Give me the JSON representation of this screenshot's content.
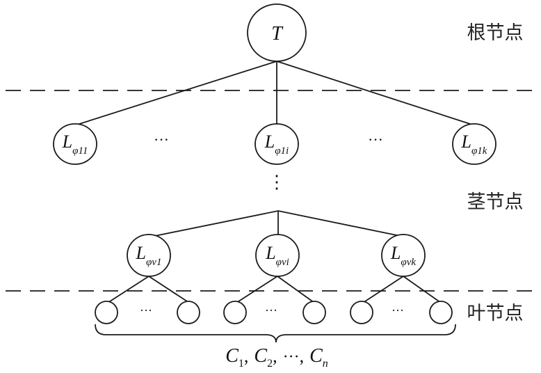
{
  "root": {
    "label": "T"
  },
  "levels": {
    "root_label": "根节点",
    "stem_label": "茎节点",
    "leaf_label": "叶节点"
  },
  "first_level": {
    "base": "L",
    "subscripts": [
      "φ11",
      "φ1i",
      "φ1k"
    ]
  },
  "last_level": {
    "base": "L",
    "subscripts": [
      "φv1",
      "φvi",
      "φvk"
    ]
  },
  "ellipsis": "···",
  "vertical_ellipsis": "⋮",
  "classes": {
    "base": "C",
    "items": [
      "1",
      "2",
      "n"
    ],
    "separator": ",",
    "ellipsis": "···"
  }
}
